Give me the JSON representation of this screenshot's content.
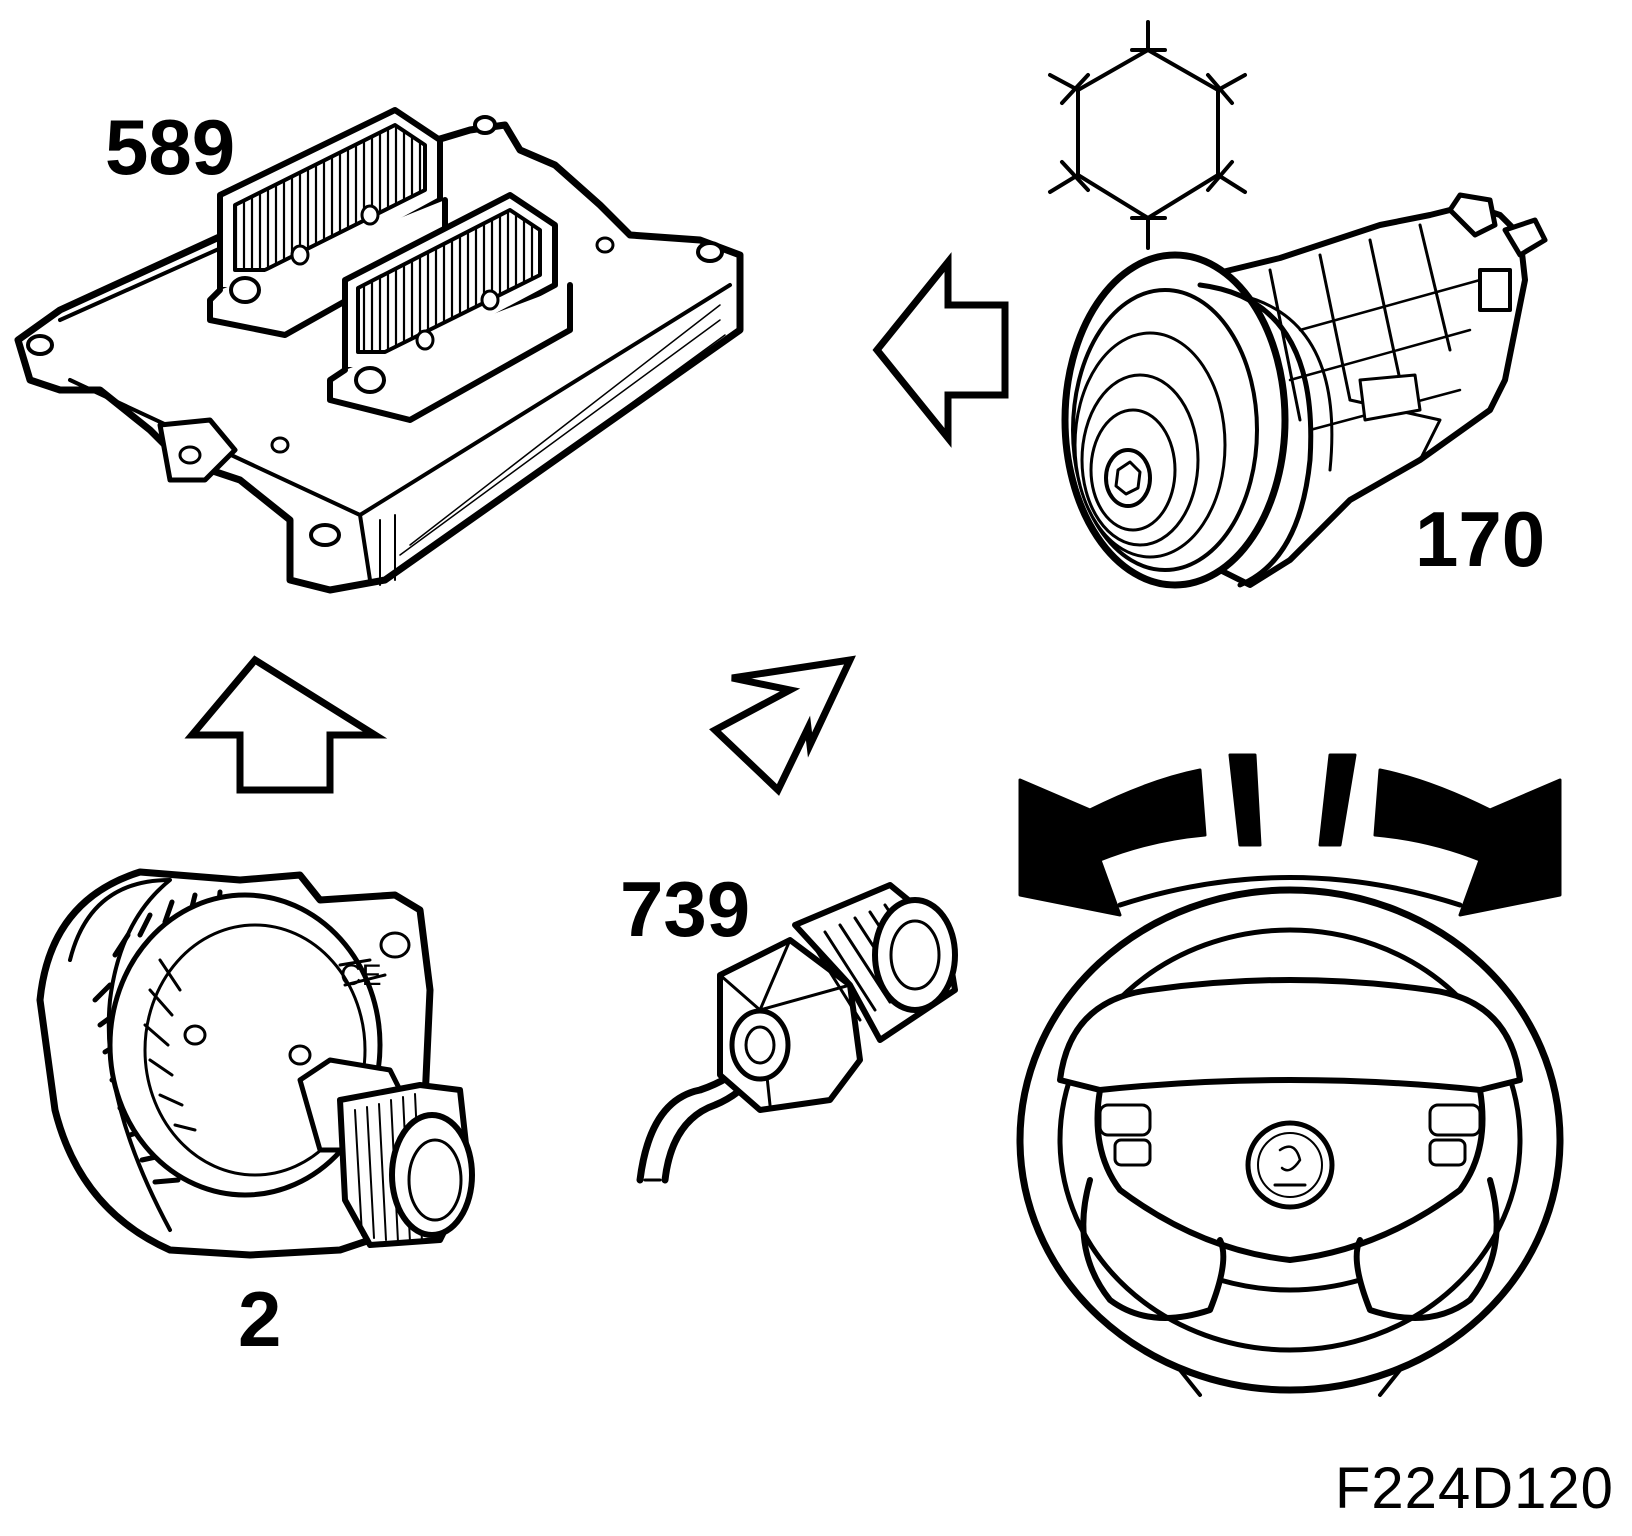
{
  "labels": {
    "ecu": "589",
    "compressor": "170",
    "alternator": "2",
    "pressure_sensor": "739",
    "figure_code": "F224D120"
  },
  "icons": {
    "ecu": "engine-control-module-icon",
    "compressor": "ac-compressor-icon",
    "alternator": "alternator-icon",
    "sensor": "pressure-sensor-icon",
    "steering": "steering-wheel-icon",
    "snowflake": "snowflake-icon",
    "logo": "saab-griffin-logo"
  },
  "colors": {
    "ink": "#000000",
    "paper": "#ffffff"
  }
}
